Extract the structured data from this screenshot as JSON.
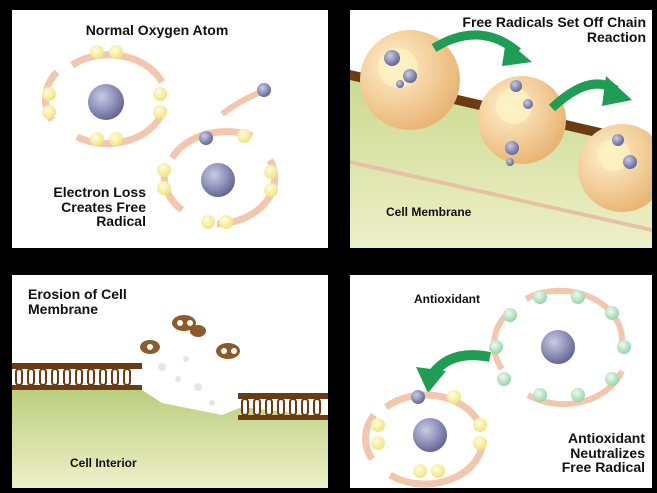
{
  "panels": {
    "normal": {
      "title": "Normal Oxygen Atom",
      "caption": [
        "Electron Loss",
        "Creates Free",
        "Radical"
      ]
    },
    "chain": {
      "title": [
        "Free Radicals Set Off Chain",
        "Reaction"
      ],
      "membrane_label": "Cell Membrane"
    },
    "erosion": {
      "title": [
        "Erosion of Cell",
        "Membrane"
      ],
      "interior_label": "Cell Interior"
    },
    "antioxidant": {
      "label": "Antioxidant",
      "caption": [
        "Antioxidant",
        "Neutralizes",
        "Free Radical"
      ]
    }
  },
  "colors": {
    "background": "#000000",
    "panel": "#ffffff",
    "nucleus": "#8a8cb6",
    "orbit_ring": "#f3c6ae",
    "electron": "#f8f0a0",
    "antioxidant_electron": "#b8e6c6",
    "arrow": "#1f9d55",
    "membrane_green": "#c4d58c",
    "membrane_brown": "#6b3c14",
    "radical_ball": "#f0cb96"
  }
}
